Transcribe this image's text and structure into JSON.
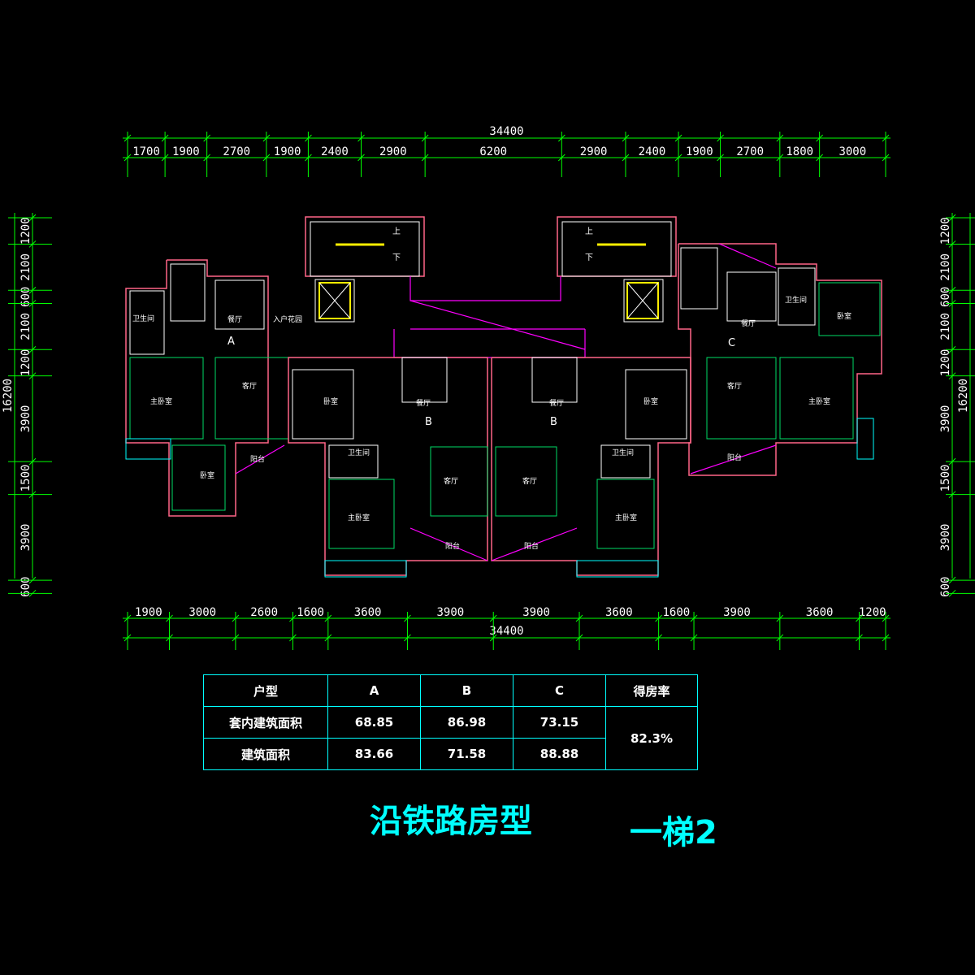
{
  "dimensions": {
    "top_total": "34400",
    "top_segments": [
      "1700",
      "1900",
      "2700",
      "1900",
      "2400",
      "2900",
      "6200",
      "2900",
      "2400",
      "1900",
      "2700",
      "1800",
      "3000"
    ],
    "bottom_total": "34400",
    "bottom_segments": [
      "1900",
      "3000",
      "2600",
      "1600",
      "3600",
      "3900",
      "3900",
      "3600",
      "1600",
      "3900",
      "3600",
      "1200"
    ],
    "left_total": "16200",
    "left_segments": [
      "1200",
      "2100",
      "600",
      "2100",
      "1200",
      "3900",
      "1500",
      "3900",
      "600"
    ],
    "right_total": "16200",
    "right_segments": [
      "1200",
      "2100",
      "600",
      "2100",
      "1200",
      "3900",
      "1500",
      "3900",
      "600"
    ]
  },
  "stairs": {
    "up": "上",
    "down": "下"
  },
  "units": [
    "A",
    "B",
    "B",
    "C"
  ],
  "rooms": {
    "dining": "餐厅",
    "living": "客厅",
    "master_bedroom": "主卧室",
    "bedroom": "卧室",
    "bathroom": "卫生间",
    "balcony": "阳台",
    "entry_garden": "入户花园"
  },
  "table": {
    "headers": [
      "户型",
      "A",
      "B",
      "C",
      "得房率"
    ],
    "rows": [
      {
        "label": "套内建筑面积",
        "values": [
          "68.85",
          "86.98",
          "73.15"
        ]
      },
      {
        "label": "建筑面积",
        "values": [
          "83.66",
          "71.58",
          "88.88"
        ]
      }
    ],
    "ratio": "82.3%"
  },
  "title": "沿铁路房型",
  "subtitle": "一梯2",
  "colors": {
    "background": "#000000",
    "dimension": "#00ff00",
    "table_border": "#00ffff",
    "title": "#00ffff"
  }
}
